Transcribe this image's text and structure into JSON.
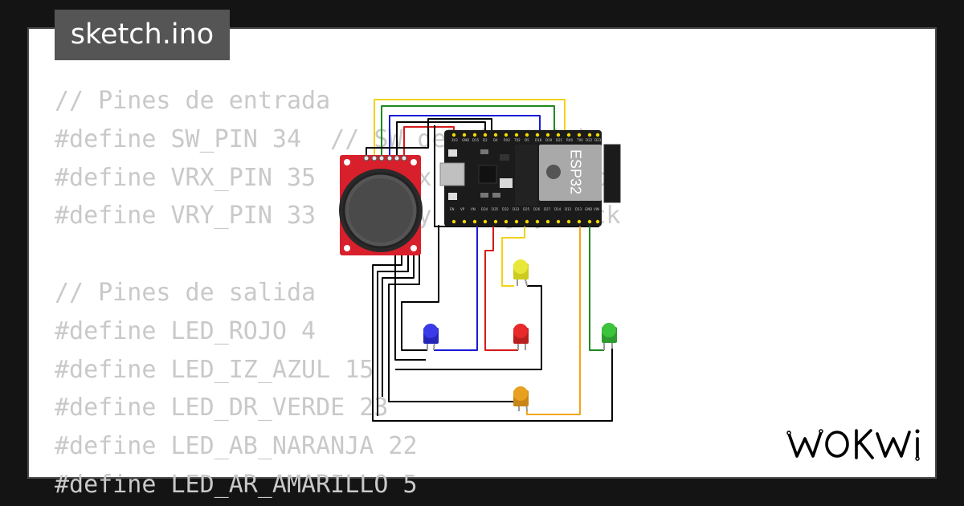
{
  "file_tab": {
    "label": "sketch.ino"
  },
  "code": {
    "lines": [
      "// Pines de entrada",
      "#define SW_PIN 34  // SW del joystick",
      "#define VRX_PIN 35  // VRx del joystick",
      "#define VRY_PIN 33  // VRy del joystick",
      "",
      "// Pines de salida",
      "#define LED_ROJO 4",
      "#define LED_IZ_AZUL 15",
      "#define LED_DR_VERDE 23",
      "#define LED_AB_NARANJA 22",
      "#define LED_AR_AMARILLO 5"
    ]
  },
  "board": {
    "chip_label": "ESP32",
    "top_pins": [
      "3V3",
      "GND",
      "D15",
      "D2",
      "D4",
      "RX2",
      "TX2",
      "D5",
      "D18",
      "D19",
      "D21",
      "RX0",
      "TX0",
      "D22",
      "D23"
    ],
    "bottom_pins": [
      "EN",
      "VP",
      "VN",
      "D34",
      "D35",
      "D32",
      "D33",
      "D25",
      "D26",
      "D27",
      "D14",
      "D12",
      "D13",
      "GND",
      "VIN"
    ]
  },
  "brand": {
    "logo": "WOKWI"
  },
  "colors": {
    "background": "#141414",
    "card": "#ffffff",
    "code_text": "#c9c9c9",
    "tab": "#555555",
    "joystick_board": "#d8202c",
    "esp32_board": "#1b1b1b",
    "led_blue": "#3a3ae8",
    "led_red": "#e82a2a",
    "led_green": "#3cc43c",
    "led_yellow": "#e8e83a",
    "led_orange": "#e8a020"
  }
}
